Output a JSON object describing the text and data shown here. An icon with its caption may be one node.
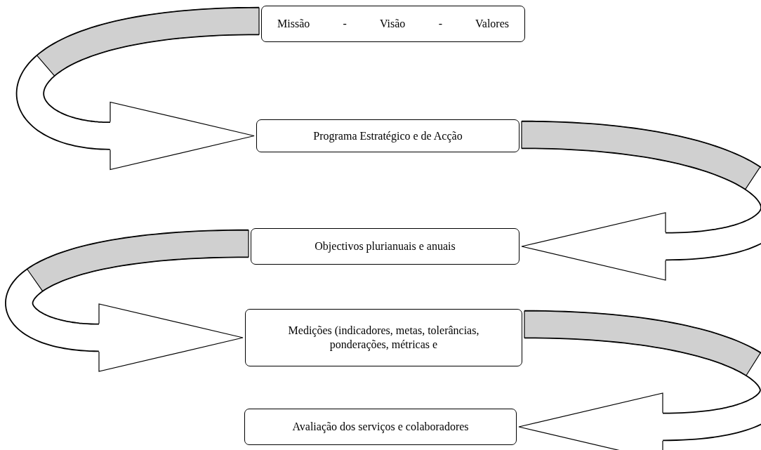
{
  "diagram": {
    "nodes": [
      {
        "text": [
          "Missão - Visão - Valores"
        ]
      },
      {
        "text": [
          "Programa Estratégico e de Acção"
        ]
      },
      {
        "text": [
          "Objectivos plurianuais e anuais"
        ]
      },
      {
        "text": [
          "Medições (indicadores, metas, tolerâncias, ponderações, métricas e"
        ]
      },
      {
        "text": [
          "Avaliação dos serviços e colaboradores"
        ]
      }
    ],
    "edges": [
      {
        "from": 0,
        "to": 1,
        "arrow": "to"
      },
      {
        "from": 1,
        "to": 2,
        "arrow": "to"
      },
      {
        "from": 2,
        "to": 3,
        "arrow": "to"
      },
      {
        "from": 3,
        "to": 4,
        "arrow": "to"
      }
    ]
  }
}
